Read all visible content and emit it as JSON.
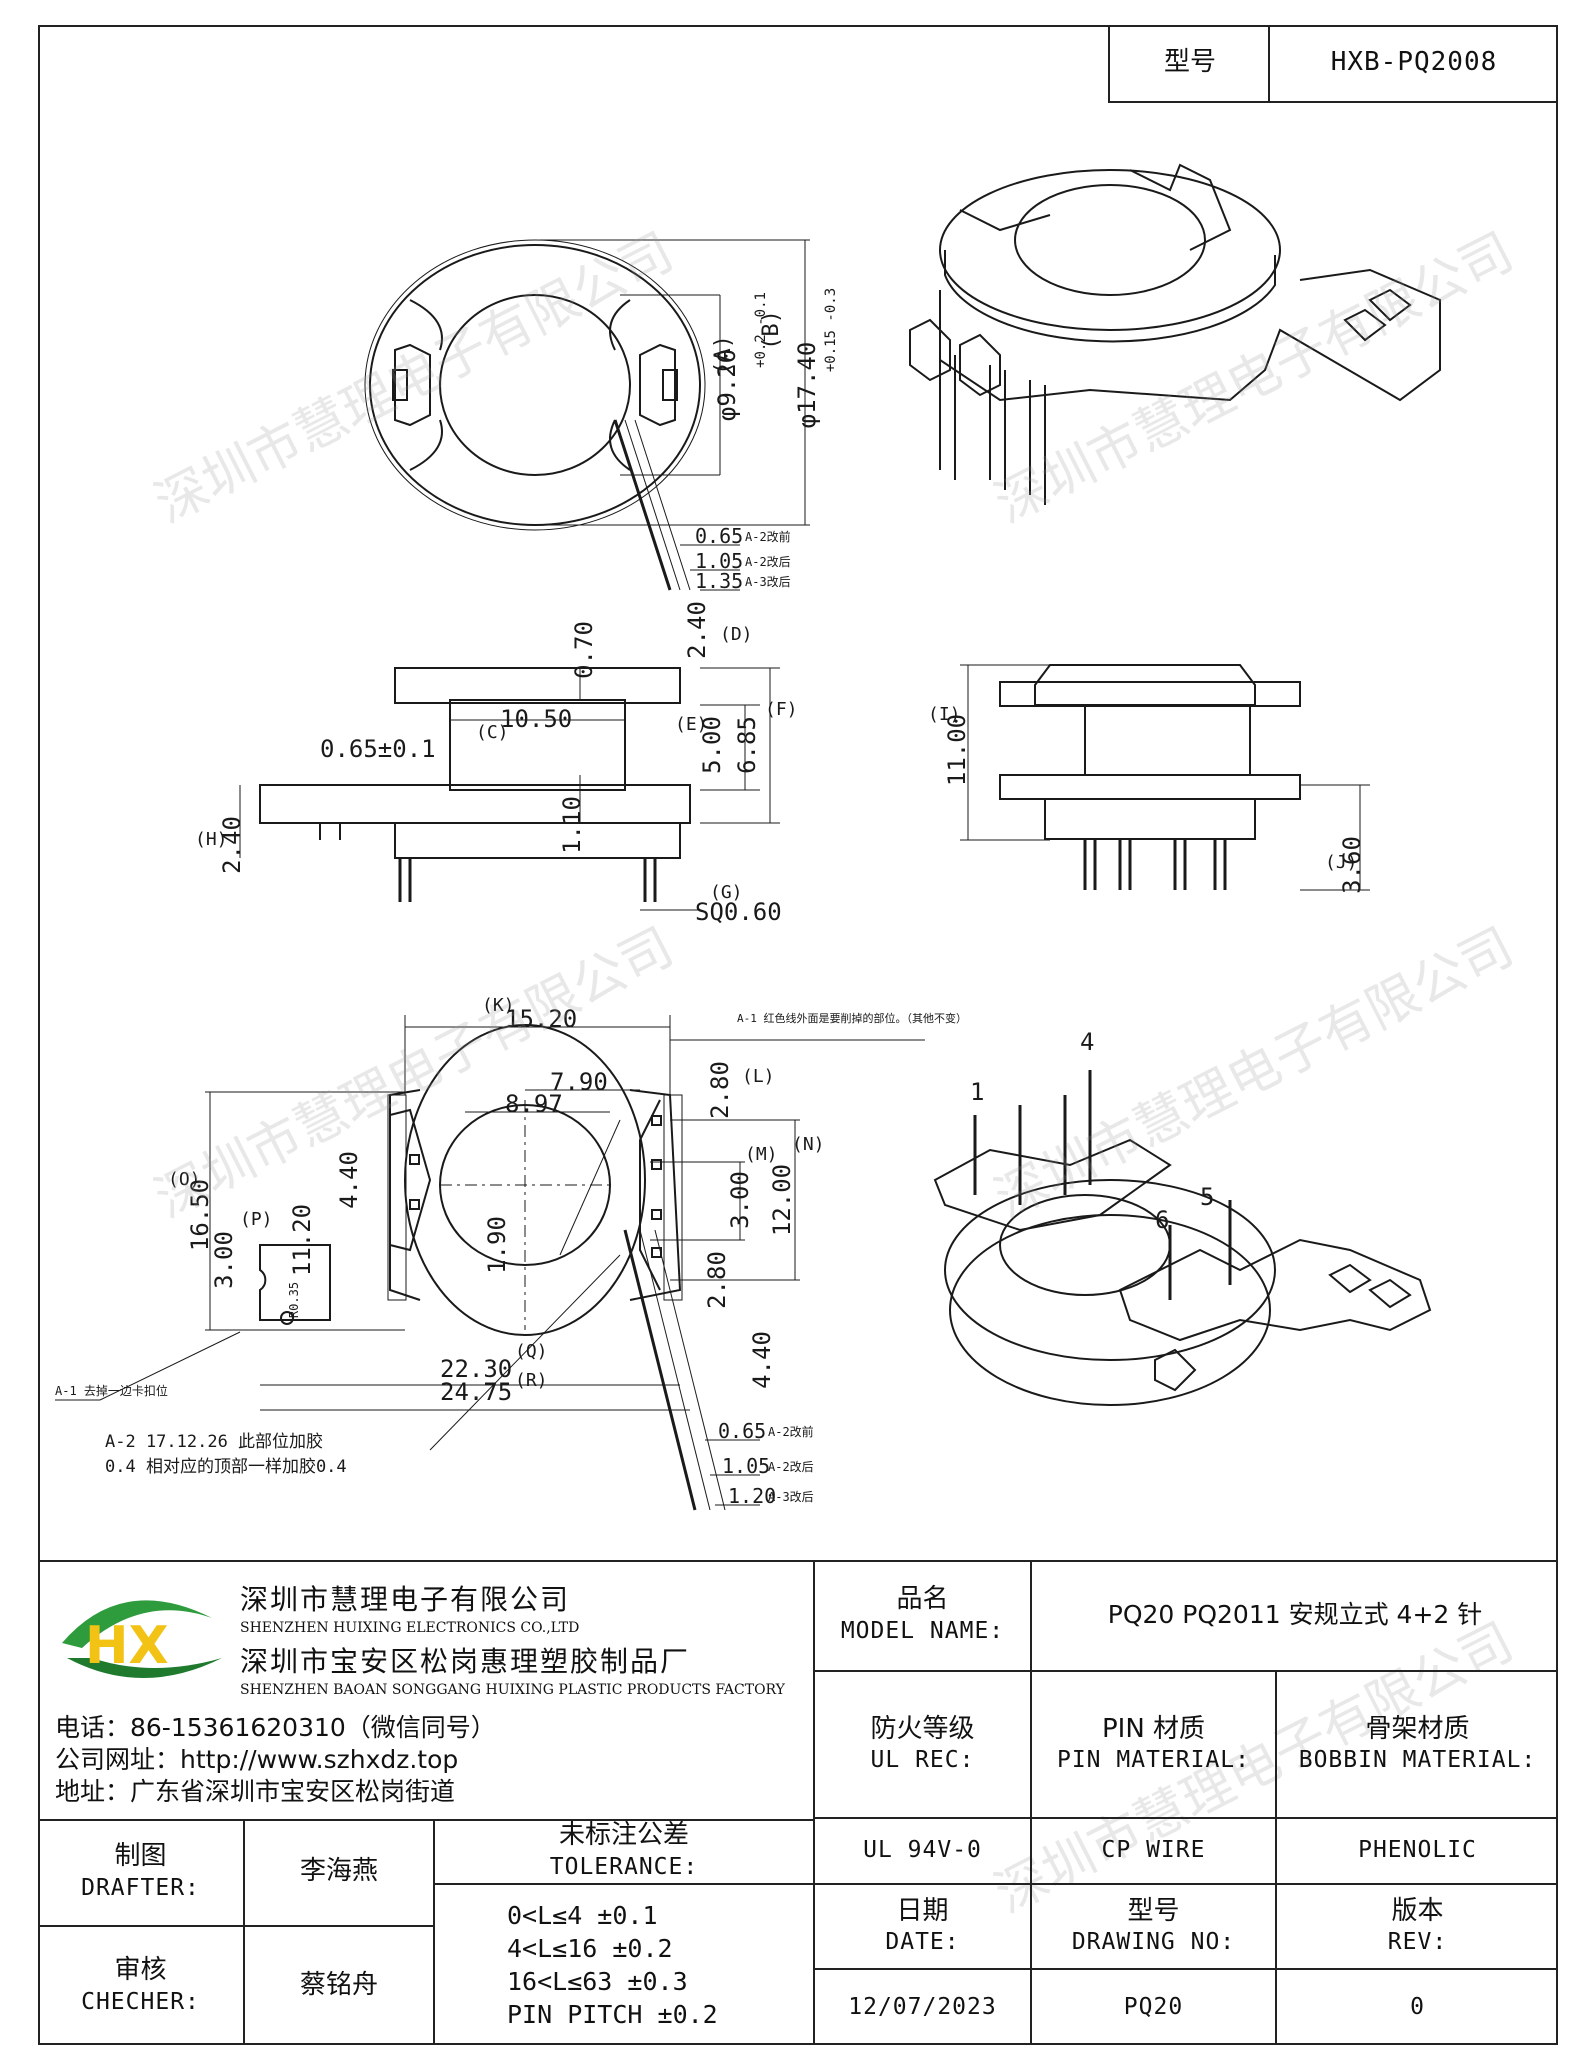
{
  "header": {
    "model_label": "型号",
    "model_value": "HXB-PQ2008"
  },
  "drawing": {
    "top_view": {
      "A_label": "(A)",
      "A_dim": "φ9.20",
      "A_tol": "+0.2 -0.1",
      "B_label": "(B)",
      "B_dim": "φ17.40",
      "B_tol": "+0.15 -0.3",
      "lead_1": "0.65",
      "lead_1_note": "A-2改前",
      "lead_2": "1.05",
      "lead_2_note": "A-2改后",
      "lead_3": "1.35",
      "lead_3_note": "A-3改后"
    },
    "side_view": {
      "dim_070": "0.70",
      "dim_240_top": "2.40",
      "D_label": "(D)",
      "dim_1050": "10.50",
      "C_label": "(C)",
      "E_label": "(E)",
      "dim_500": "5.00",
      "dim_685": "6.85",
      "F_label": "(F)",
      "dim_065": "0.65±0.1",
      "H_label": "(H)",
      "dim_240_left": "2.40",
      "dim_110": "1.10",
      "G_label": "(G)",
      "dim_sq": "SQ0.60"
    },
    "front_view": {
      "I_label": "(I)",
      "dim_1100": "11.00",
      "J_label": "(J)",
      "dim_360": "3.60"
    },
    "bottom_view": {
      "K_label": "(K)",
      "dim_1520": "15.20",
      "dim_790": "7.90",
      "dim_897": "8.97",
      "dim_280_top": "2.80",
      "L_label": "(L)",
      "M_label": "(M)",
      "N_label": "(N)",
      "dim_300": "3.00",
      "dim_1200": "12.00",
      "dim_280_bot": "2.80",
      "dim_440_right": "4.40",
      "O_label": "(O)",
      "dim_1650": "16.50",
      "P_label": "(P)",
      "dim_300_left": "3.00",
      "dim_1120": "11.20",
      "dim_440_left": "4.40",
      "dim_190": "1.90",
      "dim_r": "R0.35",
      "dim_2230": "22.30",
      "Q_label": "(Q)",
      "dim_2475": "24.75",
      "R_label": "(R)",
      "lead_1": "0.65",
      "lead_1_note": "A-2改前",
      "lead_2": "1.05",
      "lead_2_note": "A-2改后",
      "lead_3": "1.20",
      "lead_3_note": "A-3改后",
      "note_a1_top": "A-1 红色线外面是要削掉的部位。（其他不变）",
      "note_a1_left": "A-1 去掉一边卡扣位",
      "note_a2_line1": "A-2  17.12.26  此部位加胶",
      "note_a2_line2": "0.4 相对应的顶部一样加胶0.4",
      "pin_1": "1",
      "pin_4": "4",
      "pin_5": "5",
      "pin_6": "6"
    }
  },
  "watermark": "深圳市慧理电子有限公司",
  "company": {
    "logo_letters": "HX",
    "name_cn": "深圳市慧理电子有限公司",
    "name_en": "SHENZHEN HUIXING ELECTRONICS CO.,LTD",
    "factory_cn": "深圳市宝安区松岗惠理塑胶制品厂",
    "factory_en": "SHENZHEN BAOAN SONGGANG HUIXING PLASTIC PRODUCTS FACTORY",
    "phone": "电话：86-15361620310（微信同号）",
    "website": "公司网址：http://www.szhxdz.top",
    "address": "地址：广东省深圳市宝安区松岗街道"
  },
  "title_block": {
    "product_name_label_cn": "品名",
    "product_name_label_en": "MODEL NAME:",
    "product_name_value": "PQ20 PQ2011 安规立式 4+2 针",
    "fire_label_cn": "防火等级",
    "fire_label_en": "UL REC:",
    "pin_material_cn": "PIN 材质",
    "pin_material_en": "PIN MATERIAL:",
    "bobbin_material_cn": "骨架材质",
    "bobbin_material_en": "BOBBIN MATERIAL:",
    "fire_value": "UL 94V-0",
    "pin_value": "CP WIRE",
    "bobbin_value": "PHENOLIC",
    "drafter_cn": "制图",
    "drafter_en": "DRAFTER:",
    "drafter_name": "李海燕",
    "checker_cn": "审核",
    "checker_en": "CHECHER:",
    "checker_name": "蔡铭舟",
    "tolerance_cn": "未标注公差",
    "tolerance_en": "TOLERANCE:",
    "tolerance_lines": [
      "0<L≤4   ±0.1",
      "4<L≤16  ±0.2",
      "16<L≤63 ±0.3",
      "PIN PITCH ±0.2"
    ],
    "date_cn": "日期",
    "date_en": "DATE:",
    "drawing_no_cn": "型号",
    "drawing_no_en": "DRAWING NO:",
    "rev_cn": "版本",
    "rev_en": "REV:",
    "date_value": "12/07/2023",
    "drawing_no_value": "PQ20",
    "rev_value": "0"
  }
}
